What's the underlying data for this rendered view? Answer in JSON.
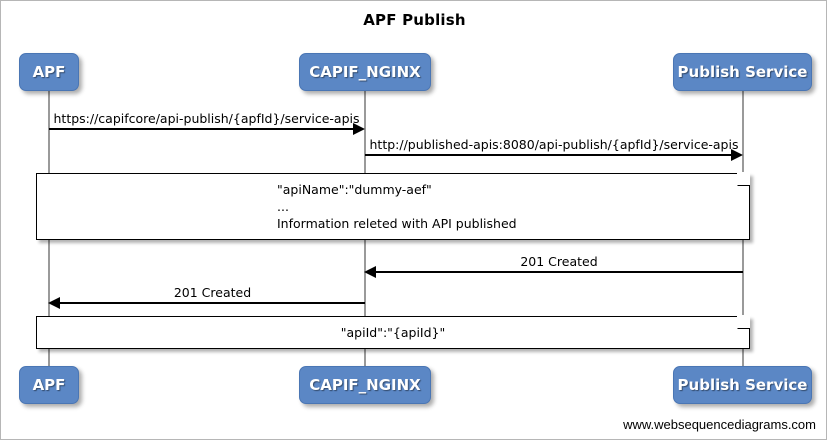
{
  "diagram": {
    "title": "APF Publish",
    "footer": "www.websequencediagrams.com",
    "accent_color": "#5B87C5",
    "line_color": "#000000",
    "lifeline_color": "#9A9A9A"
  },
  "participants": [
    {
      "name": "APF",
      "label": "APF"
    },
    {
      "name": "CAPIF_NGINX",
      "label": "CAPIF_NGINX"
    },
    {
      "name": "Publish Service",
      "label": "Publish Service"
    }
  ],
  "participants_bottom": [
    {
      "label": "APF"
    },
    {
      "label": "CAPIF_NGINX"
    },
    {
      "label": "Publish Service"
    }
  ],
  "messages": [
    {
      "id": "m1",
      "label": "https://capifcore/api-publish/{apfId}/service-apis",
      "from": "APF",
      "to": "CAPIF_NGINX",
      "direction": "right"
    },
    {
      "id": "m2",
      "label": "http://published-apis:8080/api-publish/{apfId}/service-apis",
      "from": "CAPIF_NGINX",
      "to": "Publish Service",
      "direction": "right"
    },
    {
      "id": "m3",
      "label": "201 Created",
      "from": "Publish Service",
      "to": "CAPIF_NGINX",
      "direction": "left"
    },
    {
      "id": "m4",
      "label": "201 Created",
      "from": "CAPIF_NGINX",
      "to": "APF",
      "direction": "left"
    }
  ],
  "notes": [
    {
      "id": "note1",
      "lines": [
        "\"apiName\":\"dummy-aef\"",
        "...",
        "Information releted with API published"
      ]
    },
    {
      "id": "note2",
      "lines": [
        "\"apiId\":\"{apiId}\""
      ]
    }
  ]
}
